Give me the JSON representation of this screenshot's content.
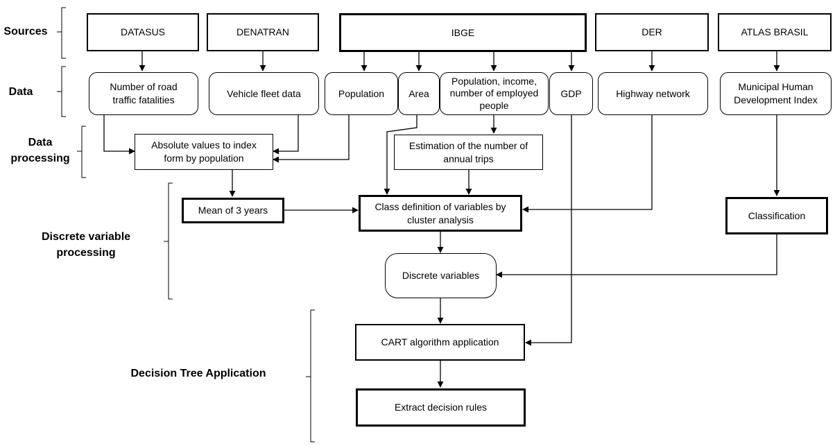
{
  "stages": {
    "sources": "Sources",
    "data": "Data",
    "data_processing": "Data\nprocessing",
    "discrete": "Discrete variable\nprocessing",
    "decision_tree": "Decision Tree Application"
  },
  "sources": {
    "datasus": "DATASUS",
    "denatran": "DENATRAN",
    "ibge": "IBGE",
    "der": "DER",
    "atlas": "ATLAS BRASIL"
  },
  "data": {
    "fatalities": "Number of road\ntraffic fatalities",
    "fleet": "Vehicle fleet data",
    "population": "Population",
    "area": "Area",
    "pop_income": "Population, income,\nnumber of employed\npeople",
    "gdp": "GDP",
    "highway": "Highway network",
    "hdi": "Municipal Human\nDevelopment Index"
  },
  "processing": {
    "index": "Absolute values to index\nform by population",
    "trips": "Estimation of the number of\nannual trips",
    "mean": "Mean of 3 years",
    "cluster": "Class definition of variables by\ncluster analysis",
    "classification": "Classification",
    "discrete": "Discrete variables",
    "cart": "CART algorithm application",
    "rules": "Extract decision rules"
  }
}
